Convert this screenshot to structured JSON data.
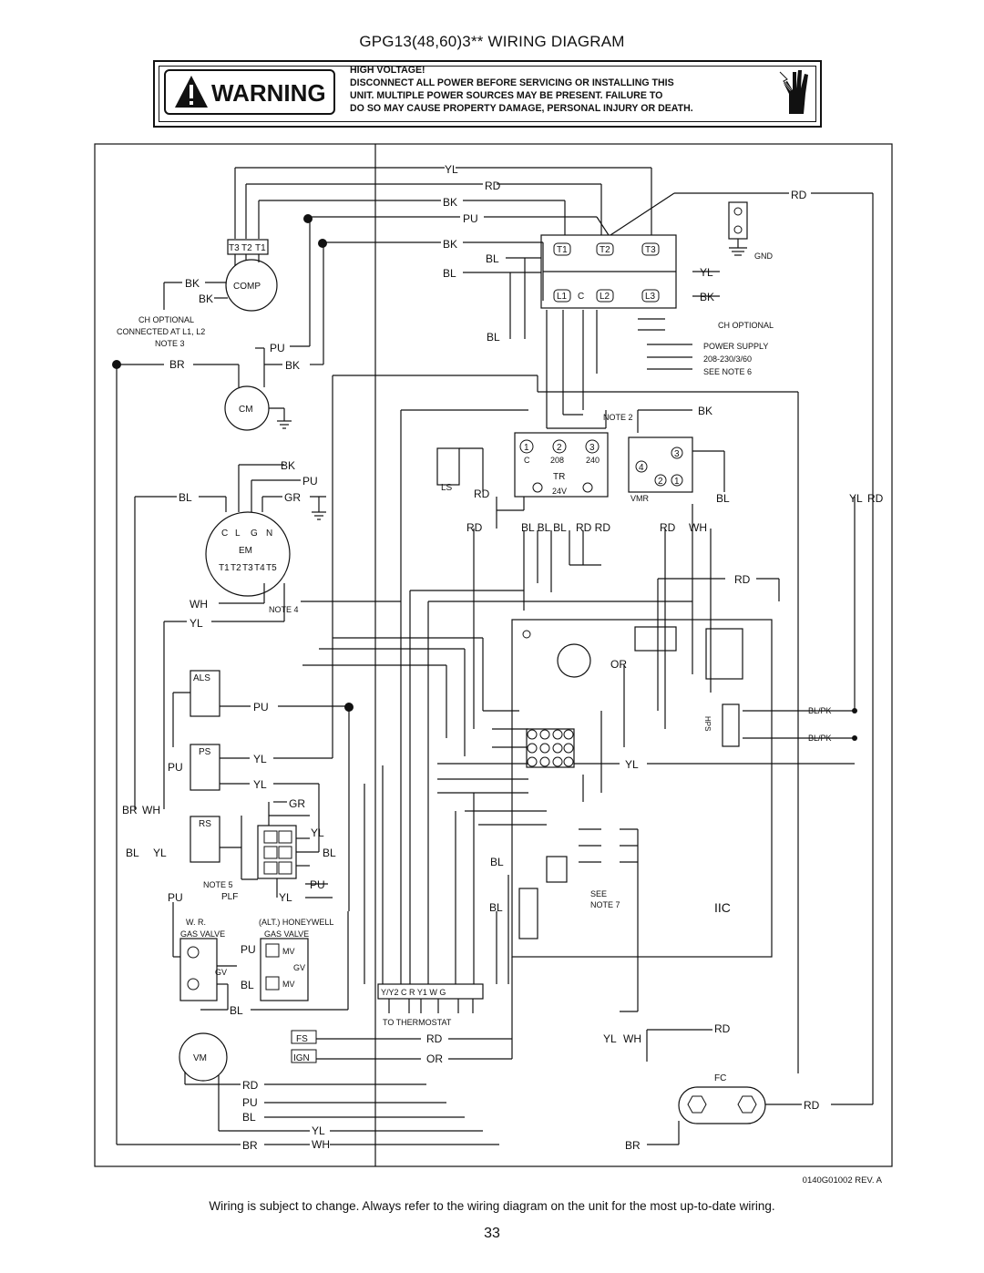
{
  "title": "GPG13(48,60)3** WIRING DIAGRAM",
  "warning": {
    "label": "WARNING",
    "lines": [
      "HIGH VOLTAGE!",
      "DISCONNECT ALL POWER BEFORE SERVICING OR INSTALLING THIS",
      "UNIT.  MULTIPLE POWER SOURCES MAY BE PRESENT.  FAILURE TO",
      "DO SO MAY CAUSE PROPERTY DAMAGE, PERSONAL INJURY OR DEATH."
    ]
  },
  "components": {
    "comp": "COMP",
    "comp_terminals": [
      "T3",
      "T2",
      "T1"
    ],
    "cm": "CM",
    "em": "EM",
    "em_top_terminals": [
      "C",
      "L",
      "G",
      "N"
    ],
    "em_bottom_terminals": [
      "T1",
      "T2",
      "T3",
      "T4",
      "T5"
    ],
    "als": "ALS",
    "ps": "PS",
    "rs": "RS",
    "plf": "PLF",
    "vm": "VM",
    "ls": "LS",
    "tr": "TR",
    "tr_terminals": [
      "1",
      "2",
      "3"
    ],
    "tr_terminal_labels": [
      "C",
      "208",
      "240"
    ],
    "tr_voltage": "24V",
    "vmr": "VMR",
    "vmr_terminals": [
      "3",
      "4",
      "2",
      "1"
    ],
    "contactor_top": [
      "T1",
      "T2",
      "T3"
    ],
    "contactor_bottom": [
      "L1",
      "L2",
      "L3"
    ],
    "contactor_c": "C",
    "gnd": "GND",
    "fc": "FC",
    "iic": "IIC",
    "hps": "HPS",
    "fs": "FS",
    "ign": "IGN"
  },
  "notes": {
    "ch_optional_left": [
      "CH OPTIONAL",
      "CONNECTED AT L1, L2",
      "NOTE 3"
    ],
    "ch_optional_right": "CH OPTIONAL",
    "power_supply": [
      "POWER SUPPLY",
      "208-230/3/60",
      "SEE NOTE 6"
    ],
    "note2": "NOTE 2",
    "note4": "NOTE 4",
    "note5": "NOTE 5",
    "see_note7": [
      "SEE",
      "NOTE 7"
    ],
    "wr_gas_valve": [
      "W. R.",
      "GAS VALVE"
    ],
    "honeywell_gas_valve": [
      "(ALT.) HONEYWELL",
      "GAS VALVE"
    ],
    "gv": "GV",
    "mv": "MV",
    "thermostat_terminals": "Y/Y2  C  R  Y1  W  G",
    "to_thermostat": "TO THERMOSTAT",
    "bl_pk": "BL/PK",
    "or": "OR"
  },
  "wire_labels": {
    "yl": "YL",
    "rd": "RD",
    "bk": "BK",
    "pu": "PU",
    "bl": "BL",
    "br": "BR",
    "gr": "GR",
    "wh": "WH",
    "or": "OR",
    "multi_bl": "BL BL BL",
    "multi_rd": "RD RD"
  },
  "rev_code": "0140G01002 REV. A",
  "footer_note": "Wiring is subject to change. Always refer to the wiring diagram on the unit for the most up-to-date wiring.",
  "page_number": "33"
}
